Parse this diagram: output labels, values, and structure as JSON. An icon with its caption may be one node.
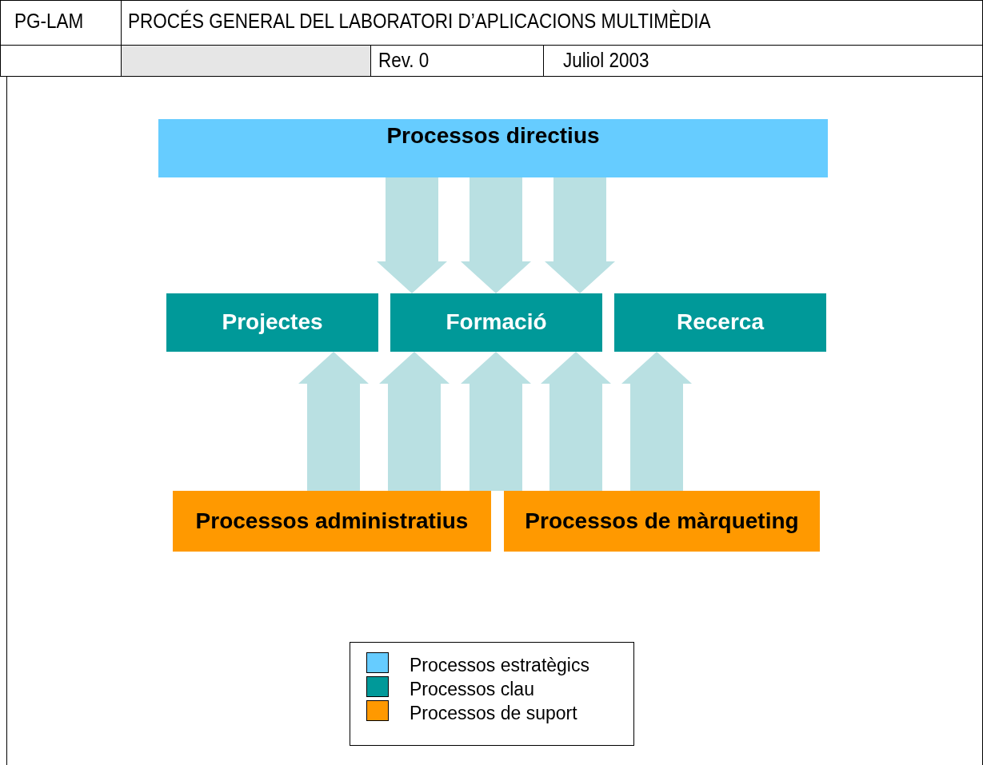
{
  "diagram": {
    "nodes": [
      {
        "text": [
          "Processos directius"
        ]
      },
      {
        "text": [
          "Projectes"
        ]
      },
      {
        "text": [
          "Formació"
        ]
      },
      {
        "text": [
          "Recerca"
        ]
      },
      {
        "text": [
          "Processos administratius"
        ]
      },
      {
        "text": [
          "Processos de màrqueting"
        ]
      }
    ],
    "edges": [
      {
        "from": 0,
        "to": 2,
        "arrow": "to"
      },
      {
        "from": 0,
        "to": 2,
        "arrow": "to"
      },
      {
        "from": 0,
        "to": 2,
        "arrow": "to"
      },
      {
        "from": 4,
        "to": 1,
        "arrow": "to"
      },
      {
        "from": 4,
        "to": 2,
        "arrow": "to"
      },
      {
        "from": 4,
        "to": 2,
        "arrow": "to"
      },
      {
        "from": 5,
        "to": 2,
        "arrow": "to"
      },
      {
        "from": 5,
        "to": 3,
        "arrow": "to"
      }
    ],
    "labels": [
      "PG-LAM",
      "PROCÉS GENERAL DEL LABORATORI D’APLICACIONS MULTIMÈDIA",
      "Rev. 0",
      "Juliol 2003"
    ],
    "legend": [
      {
        "text": "Processos estratègics",
        "color": "#66ccff"
      },
      {
        "text": "Processos clau",
        "color": "#009999"
      },
      {
        "text": "Processos de suport",
        "color": "#ff9900"
      }
    ]
  }
}
